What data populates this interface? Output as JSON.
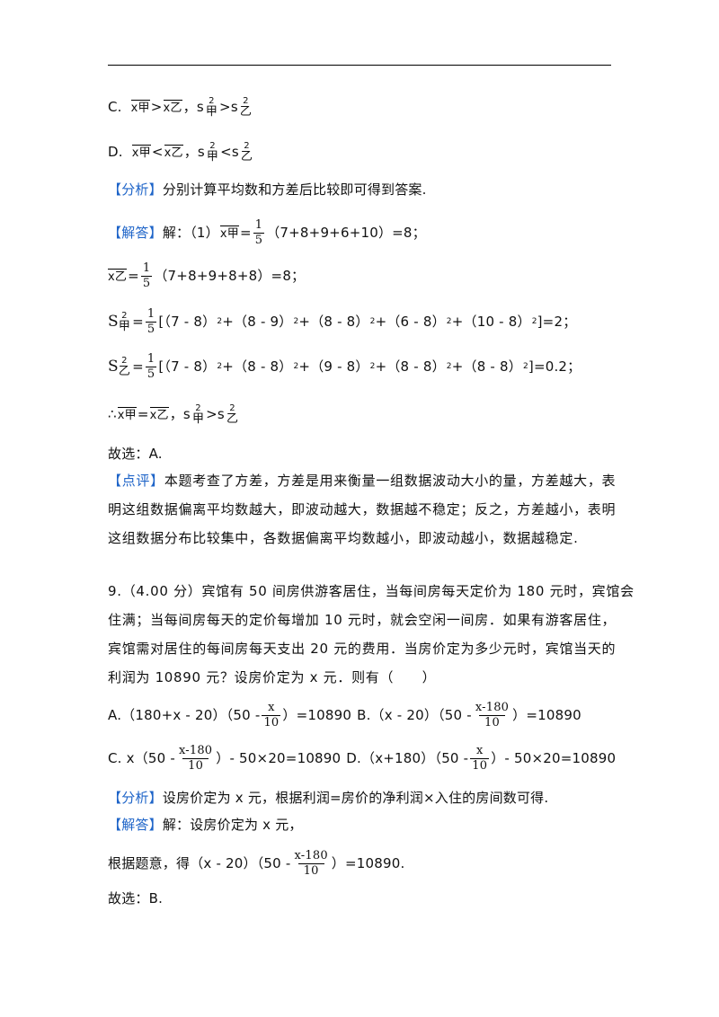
{
  "q8": {
    "optC": {
      "letter": "C.",
      "xa": "x甲",
      "gt": ">",
      "xb": "x乙",
      "comma": "，s",
      "sup": "2",
      "sub_a": "甲",
      "gt2": ">s",
      "sub_b": "乙"
    },
    "optD": {
      "letter": "D.",
      "xa": "x甲",
      "lt": "<",
      "xb": "x乙",
      "comma": "，s",
      "sup": "2",
      "sub_a": "甲",
      "lt2": "<s",
      "sub_b": "乙"
    },
    "analysis": {
      "tag": "【分析】",
      "text": "分别计算平均数和方差后比较即可得到答案."
    },
    "solution": {
      "tag": "【解答】",
      "intro": "解：（1）",
      "mean_a_label": "x甲",
      "mean_a_sum": "（7+8+9+6+10）=8；",
      "mean_b_label": "x乙",
      "mean_b_sum": "（7+8+9+8+8）=8；",
      "var_a_S": "S",
      "var_a_sub": "甲",
      "var_a_terms": [
        "[（7 - 8）",
        "+（8 - 9）",
        "+（8 - 8）",
        "+（6 - 8）",
        "+（10 - 8）",
        "]=2；"
      ],
      "var_b_S": "S",
      "var_b_sub": "乙",
      "var_b_terms": [
        "[（7 - 8）",
        "+（8 - 8）",
        "+（9 - 8）",
        "+（8 - 8）",
        "+（8 - 8）",
        "]=0.2；"
      ],
      "therefore": "∴",
      "concl_xa": "x甲",
      "concl_eq": "=",
      "concl_xb": "x乙",
      "concl_comma": "，s",
      "concl_gt": ">s",
      "eq_one": "=",
      "one": "1",
      "five": "5",
      "two": "2",
      "choice": "故选：A."
    },
    "comment": {
      "tag": "【点评】",
      "line1": "本题考查了方差，方差是用来衡量一组数据波动大小的量，方差越大，表",
      "line2": "明这组数据偏离平均数越大，即波动越大，数据越不稳定；反之，方差越小，表明",
      "line3": "这组数据分布比较集中，各数据偏离平均数越小，即波动越小，数据越稳定."
    }
  },
  "q9": {
    "line1": "9.（4.00 分）宾馆有 50 间房供游客居住，当每间房每天定价为 180 元时，宾馆会",
    "line2": "住满；当每间房每天的定价每增加 10 元时，就会空闲一间房．如果有游客居住，",
    "line3": "宾馆需对居住的每间房每天支出 20 元的费用．当房价定为多少元时，宾馆当天的",
    "line4": "利润为 10890 元？设房价定为 x 元．则有（　　）",
    "optA": {
      "pre": "A.（180+x - 20）（50 -",
      "num": "x",
      "den": "10",
      "post": "）=10890"
    },
    "optB": {
      "pre": "B.（x - 20）（50 -",
      "num": "x-180",
      "den": "10",
      "post": "）=10890"
    },
    "optC": {
      "pre": "C. x（50 -",
      "num": "x-180",
      "den": "10",
      "post": "）- 50×20=10890"
    },
    "optD": {
      "pre": "D.（x+180）（50 -",
      "num": "x",
      "den": "10",
      "post": "）- 50×20=10890"
    },
    "analysis": {
      "tag": "【分析】",
      "text": "设房价定为 x 元，根据利润=房价的净利润×入住的房间数可得."
    },
    "solution": {
      "tag": "【解答】",
      "text": "解：设房价定为 x 元，",
      "eq_pre": "根据题意，得（x - 20）（50 -",
      "eq_num": "x-180",
      "eq_den": "10",
      "eq_post": "）=10890.",
      "choice": "故选：B."
    }
  }
}
